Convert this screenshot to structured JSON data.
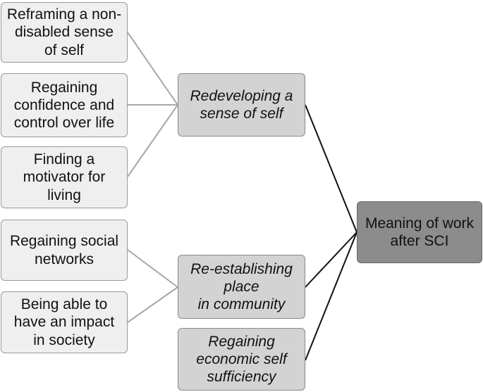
{
  "leaves": [
    {
      "id": "leaf-1",
      "text": "Reframing a non-\ndisabled sense\nof self"
    },
    {
      "id": "leaf-2",
      "text": "Regaining\nconfidence and\ncontrol over life"
    },
    {
      "id": "leaf-3",
      "text": "Finding a\nmotivator for\nliving"
    },
    {
      "id": "leaf-4",
      "text": "Regaining social\nnetworks"
    },
    {
      "id": "leaf-5",
      "text": "Being able to\nhave an impact\nin society"
    }
  ],
  "themes": [
    {
      "id": "theme-1",
      "text": "Redeveloping a\nsense of self"
    },
    {
      "id": "theme-2",
      "text": "Re-establishing\nplace\nin community"
    },
    {
      "id": "theme-3",
      "text": "Regaining\neconomic self\nsufficiency"
    }
  ],
  "root": {
    "text": "Meaning of work\nafter SCI"
  }
}
